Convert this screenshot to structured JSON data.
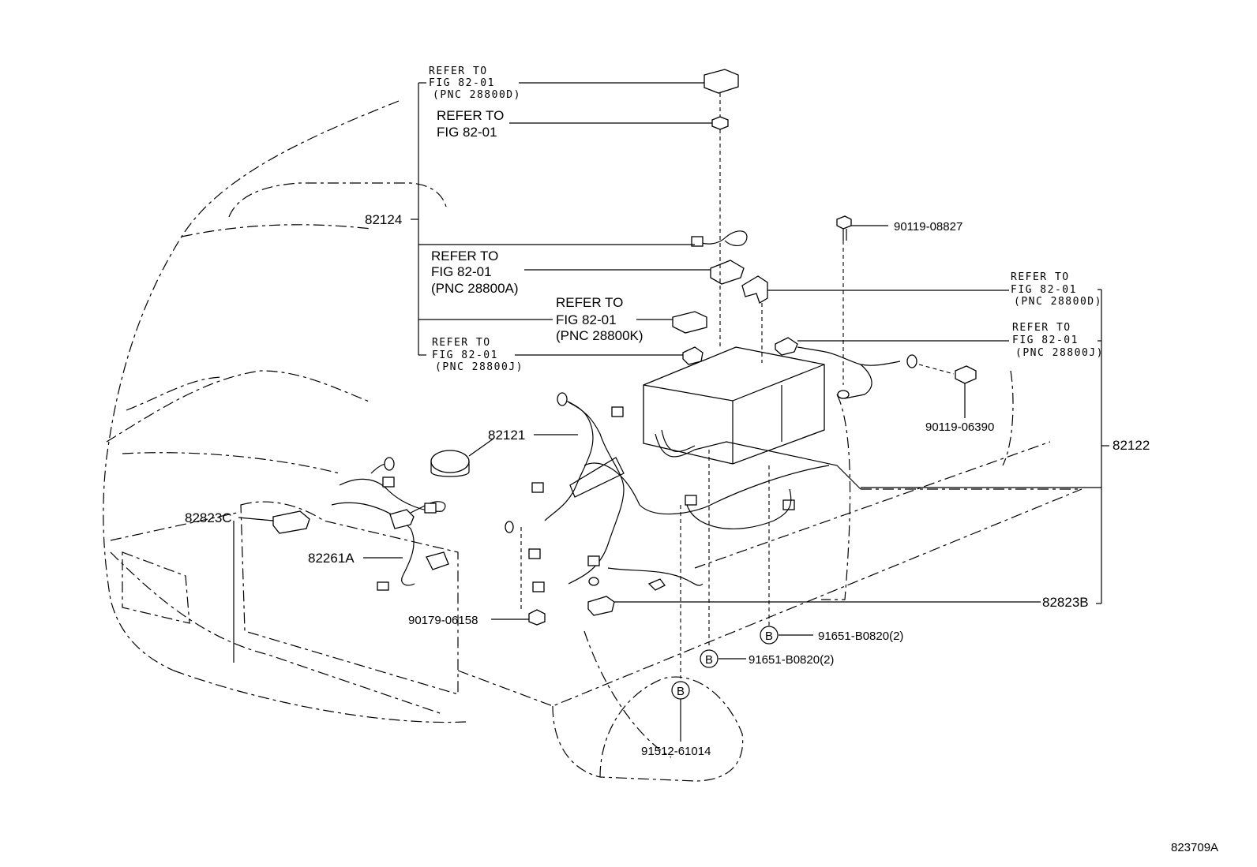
{
  "diagram": {
    "refer_to": "REFER TO",
    "fig": "FIG 82-01",
    "fig_spaced": "FIG  82-01",
    "pnc_28800d_caps": "(PNC 28800D)",
    "pnc_28800a": "(PNC 28800A)",
    "pnc_28800k": "(PNC 28800K)",
    "pnc_28800j_caps": "(PNC 28800J)",
    "refer_to_caps": "REFER TO",
    "part_numbers": {
      "p82124": "82124",
      "p82121": "82121",
      "p82122": "82122",
      "p82823C": "82823C",
      "p82261A": "82261A",
      "p82823B": "82823B",
      "p90119_08827": "90119-08827",
      "p90119_06390": "90119-06390",
      "p90179_06158": "90179-06158",
      "p91651_a": "91651-B0820(2)",
      "p91651_b": "91651-B0820(2)",
      "p91512": "91512-61014"
    },
    "callout_b": "B",
    "drawing_id": "823709A"
  }
}
